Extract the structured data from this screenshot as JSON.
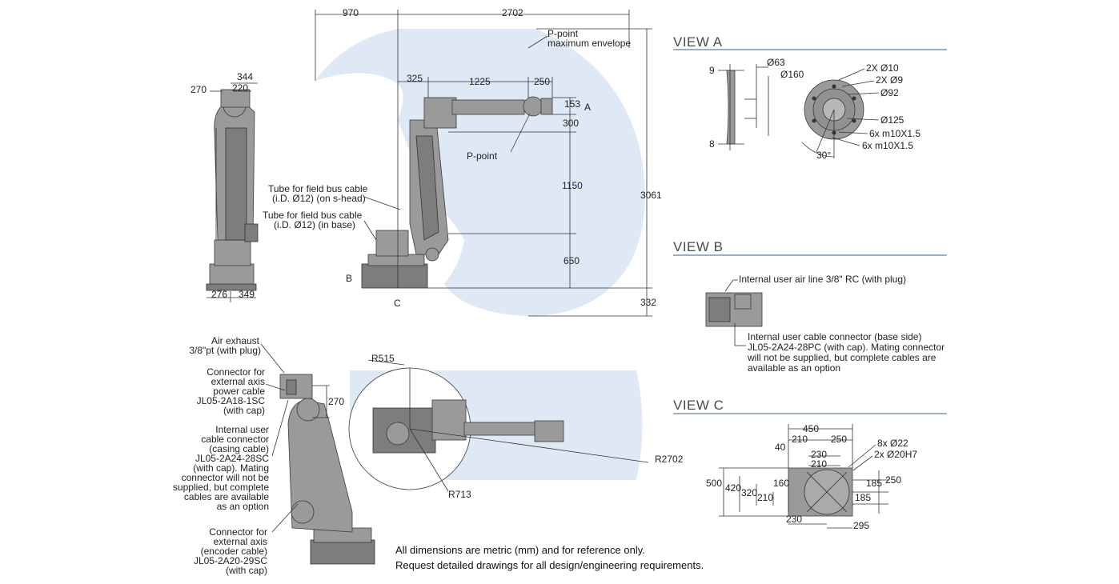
{
  "side_view": {
    "dims": {
      "top_total": "344",
      "top_inner": "220",
      "left": "270",
      "bottom_left": "276",
      "bottom_right": "349"
    }
  },
  "main_view": {
    "dims": {
      "top_left": "970",
      "top_right": "2702",
      "arm_325": "325",
      "arm_1225": "1225",
      "arm_250": "250",
      "v_153": "153",
      "v_300": "300",
      "v_1150": "1150",
      "v_650": "650",
      "total_height": "3061",
      "below_base": "332"
    },
    "labels": {
      "p_point_env_1": "P-point",
      "p_point_env_2": "maximum envelope",
      "p_point": "P-point",
      "a": "A",
      "b": "B",
      "c": "C",
      "tube_head_1": "Tube for field bus cable",
      "tube_head_2": "(i.D. Ø12) (on s-head)",
      "tube_base_1": "Tube for field bus cable",
      "tube_base_2": "(i.D. Ø12) (in base)"
    }
  },
  "view_a": {
    "title": "VIEW A",
    "labels": {
      "d63": "Ø63",
      "d160": "Ø160",
      "nine": "9",
      "eight": "8",
      "d10": "2X Ø10",
      "d9": "2X Ø9",
      "d92": "Ø92",
      "d125": "Ø125",
      "m10a": "6x m10X1.5",
      "m10b": "6x m10X1.5",
      "deg30": "30°"
    }
  },
  "view_b": {
    "title": "VIEW B",
    "labels": {
      "air": "Internal user air line 3/8\" RC (with plug)",
      "conn_1": "Internal user cable connector (base side)",
      "conn_2": "JL05-2A24-28PC (with cap). Mating connector",
      "conn_3": "will not be supplied, but complete cables are",
      "conn_4": "available as an option"
    }
  },
  "view_c": {
    "title": "VIEW C",
    "dims": {
      "w450": "450",
      "w210a": "210",
      "w250": "250",
      "w40": "40",
      "w230a": "230",
      "w210b": "210",
      "d22": "8x Ø22",
      "d20": "2x Ø20H7",
      "h500": "500",
      "h420": "420",
      "h320": "320",
      "h210": "210",
      "h160": "160",
      "r185a": "185",
      "r250": "250",
      "r185b": "185",
      "b230": "230",
      "b295": "295"
    }
  },
  "back_view": {
    "labels": {
      "air_1": "Air exhaust",
      "air_2": "3/8\"pt (with plug)",
      "pow_1": "Connector for",
      "pow_2": "external axis",
      "pow_3": "power cable",
      "pow_4": "JL05-2A18-1SC",
      "pow_5": "(with cap)",
      "int_1": "Internal user",
      "int_2": "cable connector",
      "int_3": "(casing cable)",
      "int_4": "JL05-2A24-28SC",
      "int_5": "(with cap). Mating",
      "int_6": "connector will not be",
      "int_7": "supplied, but complete",
      "int_8": "cables are available",
      "int_9": "as an option",
      "enc_1": "Connector for",
      "enc_2": "external axis",
      "enc_3": "(encoder cable)",
      "enc_4": "JL05-2A20-29SC",
      "enc_5": "(with cap)",
      "dim270": "270"
    }
  },
  "top_view": {
    "labels": {
      "r515": "R515",
      "r2702": "R2702",
      "r713": "R713"
    }
  },
  "notes": {
    "line1": "All dimensions are metric (mm) and for reference only.",
    "line2": "Request detailed drawings for all design/engineering requirements."
  }
}
